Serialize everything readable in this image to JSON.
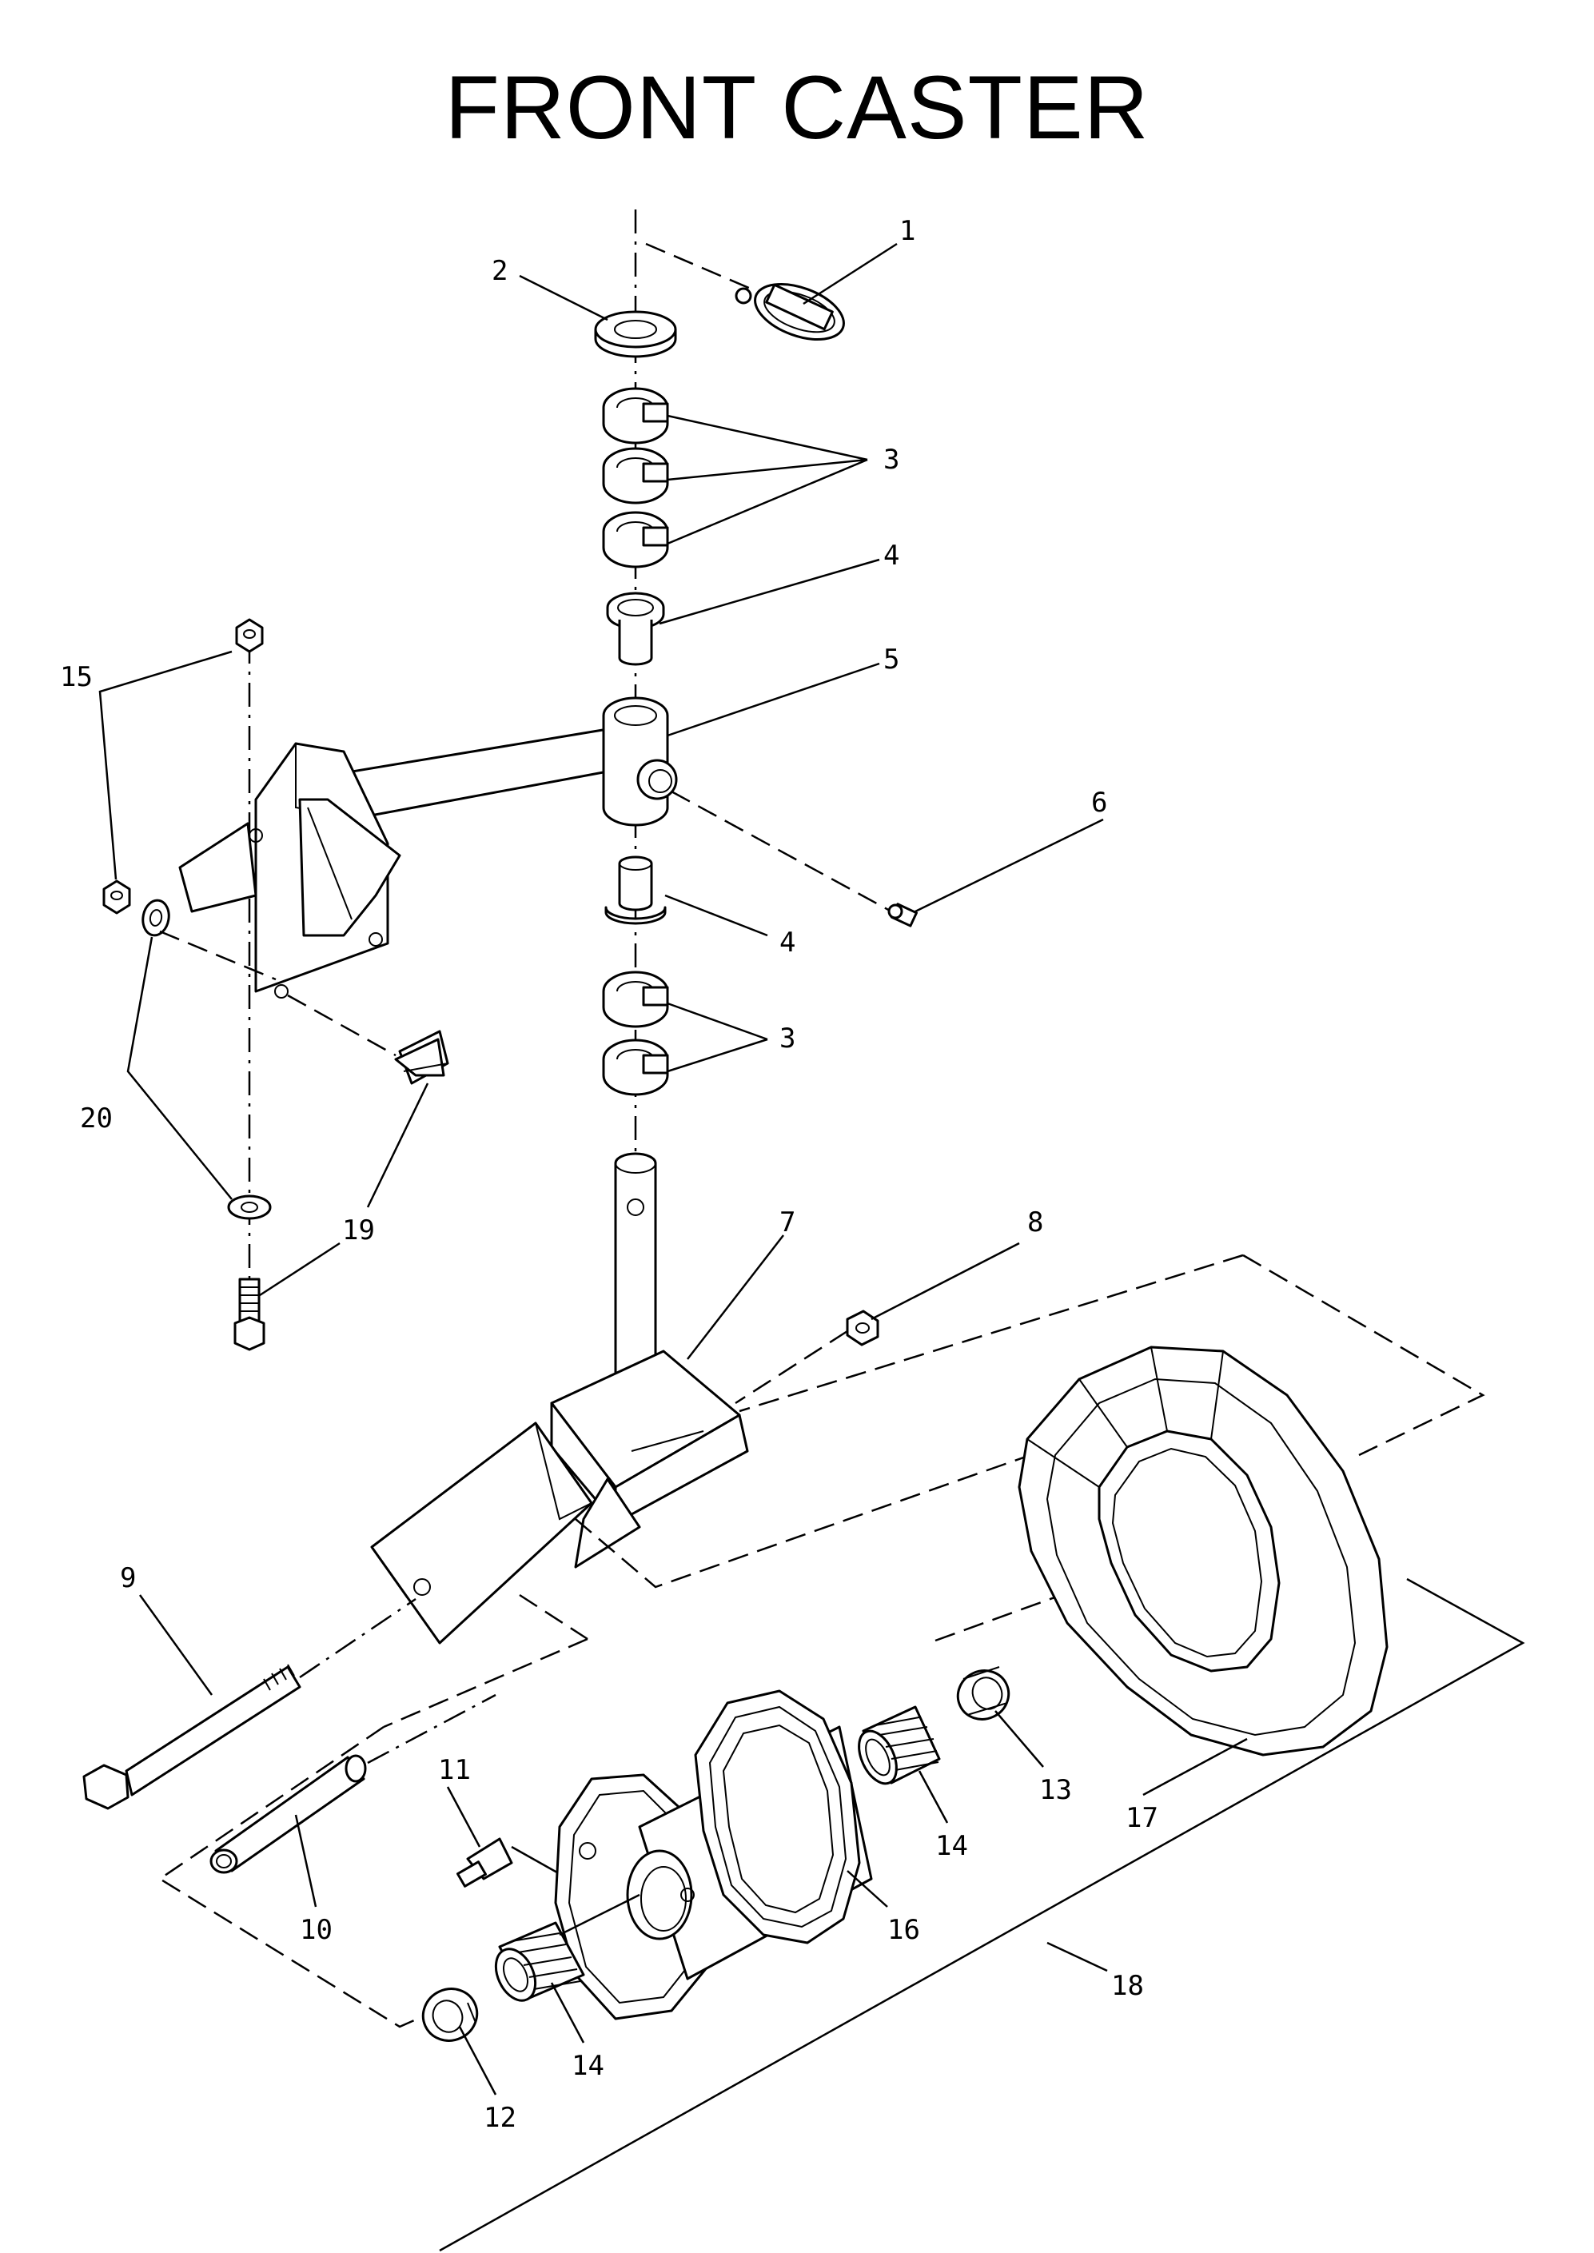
{
  "title": "FRONT CASTER",
  "callouts": [
    {
      "id": "c1",
      "label": "1"
    },
    {
      "id": "c2",
      "label": "2"
    },
    {
      "id": "c3a",
      "label": "3"
    },
    {
      "id": "c4a",
      "label": "4"
    },
    {
      "id": "c5",
      "label": "5"
    },
    {
      "id": "c15",
      "label": "15"
    },
    {
      "id": "c6",
      "label": "6"
    },
    {
      "id": "c4b",
      "label": "4"
    },
    {
      "id": "c3b",
      "label": "3"
    },
    {
      "id": "c20",
      "label": "20"
    },
    {
      "id": "c19",
      "label": "19"
    },
    {
      "id": "c7",
      "label": "7"
    },
    {
      "id": "c8",
      "label": "8"
    },
    {
      "id": "c9",
      "label": "9"
    },
    {
      "id": "c11",
      "label": "11"
    },
    {
      "id": "c13",
      "label": "13"
    },
    {
      "id": "c17",
      "label": "17"
    },
    {
      "id": "c14a",
      "label": "14"
    },
    {
      "id": "c10",
      "label": "10"
    },
    {
      "id": "c16",
      "label": "16"
    },
    {
      "id": "c18",
      "label": "18"
    },
    {
      "id": "c14b",
      "label": "14"
    },
    {
      "id": "c12",
      "label": "12"
    }
  ]
}
